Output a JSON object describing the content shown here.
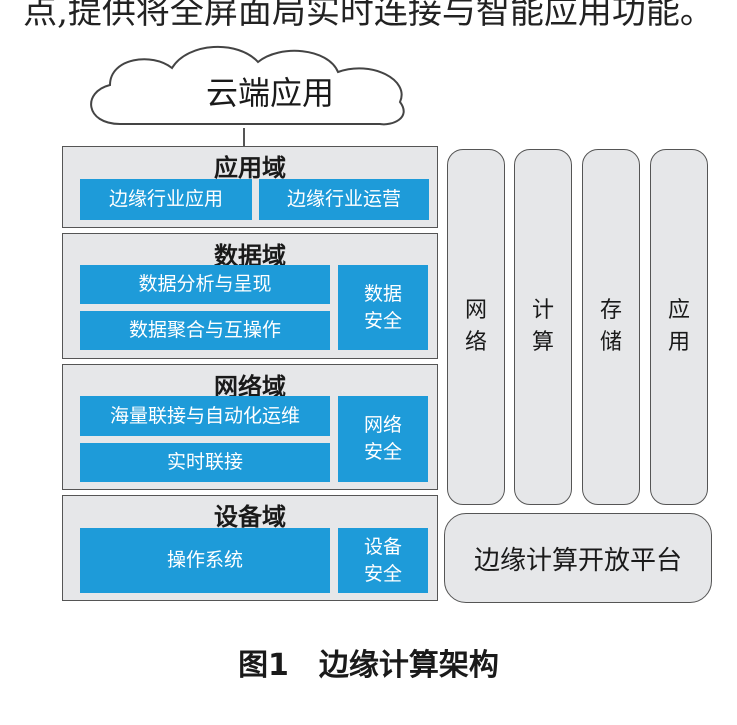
{
  "top_text": "点,提供将全屏面局实时连接与智能应用功能。",
  "cloud": {
    "label": "云端应用"
  },
  "domains": {
    "app": {
      "title": "应用域",
      "items": [
        "边缘行业应用",
        "边缘行业运营"
      ]
    },
    "data": {
      "title": "数据域",
      "items": [
        "数据分析与呈现",
        "数据聚合与互操作"
      ],
      "security": [
        "数据",
        "安全"
      ]
    },
    "network": {
      "title": "网络域",
      "items": [
        "海量联接与自动化运维",
        "实时联接"
      ],
      "security": [
        "网络",
        "安全"
      ]
    },
    "device": {
      "title": "设备域",
      "items": [
        "操作系统"
      ],
      "security": [
        "设备",
        "安全"
      ]
    }
  },
  "pillars": [
    [
      "网",
      "络"
    ],
    [
      "计",
      "算"
    ],
    [
      "存",
      "储"
    ],
    [
      "应",
      "用"
    ]
  ],
  "platform": "边缘计算开放平台",
  "caption": "图1　边缘计算架构"
}
